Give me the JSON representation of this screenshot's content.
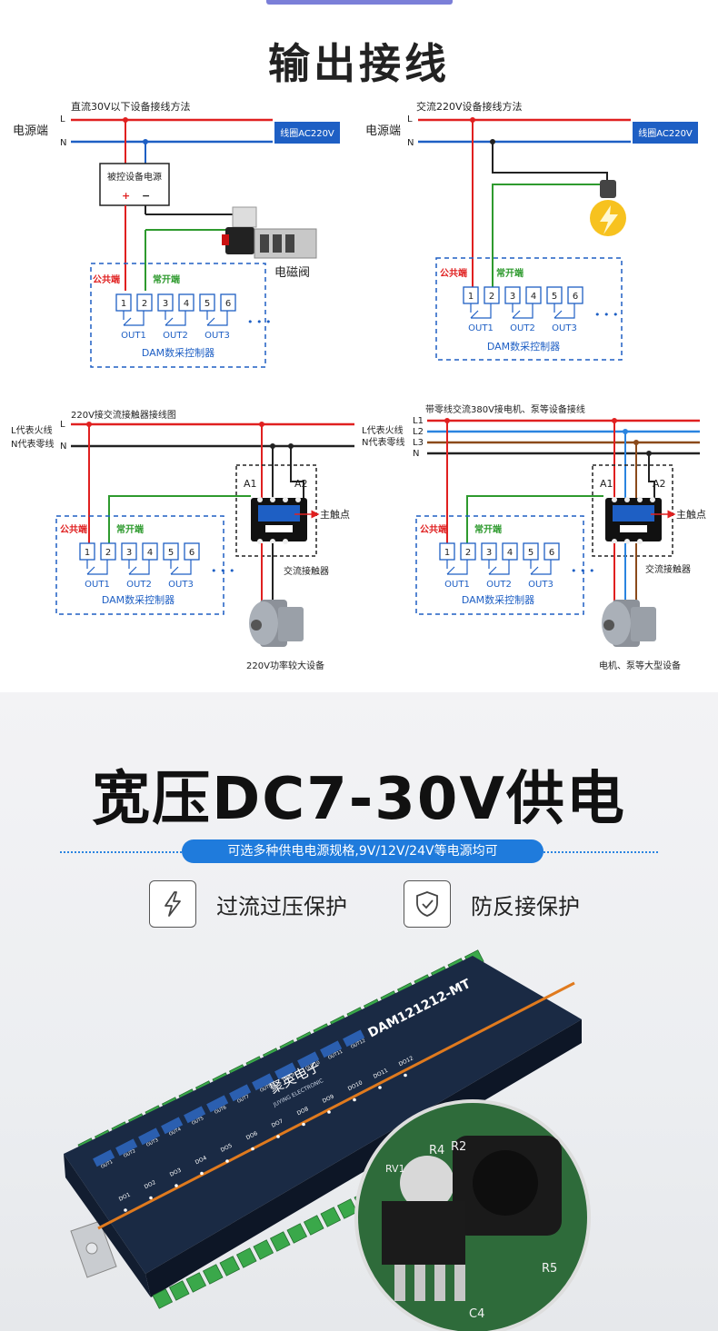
{
  "header": {
    "title": "输出接线"
  },
  "diagram1": {
    "caption": "直流30V以下设备接线方法",
    "source": "电源端",
    "line_l": "L",
    "line_n": "N",
    "coil": "线圈AC220V",
    "power_box": "被控设备电源",
    "plus": "+",
    "minus": "−",
    "device": "电磁阀",
    "common": "公共端",
    "no": "常开端",
    "controller": "DAM数采控制器"
  },
  "diagram2": {
    "caption": "交流220V设备接线方法",
    "source": "电源端",
    "line_l": "L",
    "line_n": "N",
    "coil": "线圈AC220V",
    "common": "公共端",
    "no": "常开端",
    "controller": "DAM数采控制器"
  },
  "diagram3": {
    "caption": "220V接交流接触器接线图",
    "l_desc": "L代表火线",
    "n_desc": "N代表零线",
    "line_l": "L",
    "line_n": "N",
    "a1": "A1",
    "a2": "A2",
    "main_contact": "主触点",
    "contactor": "交流接触器",
    "common": "公共端",
    "no": "常开端",
    "controller": "DAM数采控制器",
    "device": "220V功率较大设备"
  },
  "diagram4": {
    "caption": "带零线交流380V接电机、泵等设备接线",
    "l_desc": "L代表火线",
    "n_desc": "N代表零线",
    "lines": [
      "L1",
      "L2",
      "L3",
      "N"
    ],
    "a1": "A1",
    "a2": "A2",
    "main_contact": "主触点",
    "contactor": "交流接触器",
    "common": "公共端",
    "no": "常开端",
    "controller": "DAM数采控制器",
    "device": "电机、泵等大型设备"
  },
  "terminals": [
    "1",
    "2",
    "3",
    "4",
    "5",
    "6"
  ],
  "outs": [
    "OUT1",
    "OUT2",
    "OUT3"
  ],
  "ellipsis": "• • •",
  "power": {
    "title": "宽压DC7-30V供电",
    "subtitle": "可选多种供电电源规格,9V/12V/24V等电源均可",
    "features": [
      {
        "icon": "lightning-icon",
        "label": "过流过压保护"
      },
      {
        "icon": "shield-check-icon",
        "label": "防反接保护"
      }
    ]
  },
  "product": {
    "brand": "聚英电子",
    "brand_en": "JUYING ELECTRONIC",
    "model": "DAM121212-MT",
    "do_labels": [
      "DO1",
      "DO2",
      "DO3",
      "DO4",
      "DO5",
      "DO6",
      "DO7",
      "DO8",
      "DO9",
      "DO10",
      "DO11",
      "DO12"
    ],
    "out_labels": [
      "OUT1",
      "OUT2",
      "OUT3",
      "OUT4",
      "OUT5",
      "OUT6",
      "OUT7",
      "OUT8",
      "OUT9",
      "OUT10",
      "OUT11",
      "OUT12"
    ],
    "component_labels": [
      "R4",
      "R2",
      "C4",
      "R5",
      "RV1"
    ]
  },
  "colors": {
    "live": "#e02020",
    "neutral": "#1e5fc4",
    "signal": "#2e9a2e",
    "accent": "#1f7bdc",
    "brown": "#8b4a1a"
  }
}
